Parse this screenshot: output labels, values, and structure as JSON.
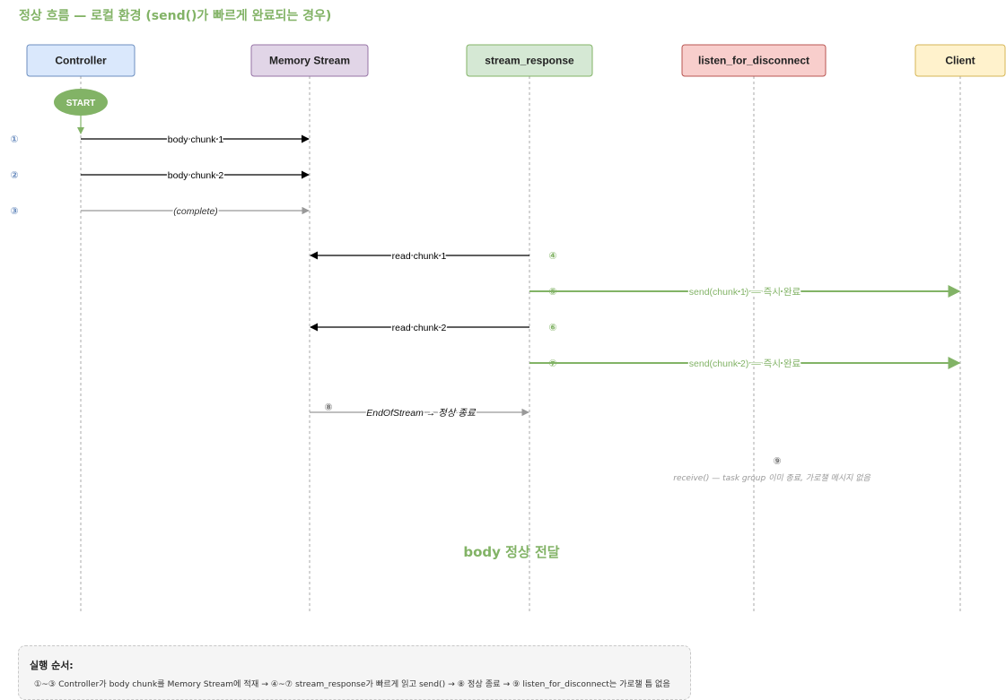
{
  "title": "정상 흐름 — 로컬 환경 (send()가 빠르게 완료되는 경우)",
  "colors": {
    "accent_green": "#82b366",
    "gray": "#999999",
    "step_blue": "#6c8ebf",
    "step_gray": "#777777"
  },
  "participants": [
    {
      "id": "controller",
      "label": "Controller",
      "fill": "#dae8fc",
      "stroke": "#6c8ebf"
    },
    {
      "id": "memory",
      "label": "Memory Stream",
      "fill": "#e1d5e7",
      "stroke": "#9673a6"
    },
    {
      "id": "stream",
      "label": "stream_response",
      "fill": "#d5e8d4",
      "stroke": "#82b366"
    },
    {
      "id": "listen",
      "label": "listen_for_disconnect",
      "fill": "#f8cecc",
      "stroke": "#b85450"
    },
    {
      "id": "client",
      "label": "Client",
      "fill": "#fff2cc",
      "stroke": "#d6b656"
    }
  ],
  "start_label": "START",
  "messages": [
    {
      "step": "①",
      "text": "body chunk 1",
      "from": "controller",
      "to": "memory",
      "style": "solid",
      "color": "#000000"
    },
    {
      "step": "②",
      "text": "body chunk 2",
      "from": "controller",
      "to": "memory",
      "style": "solid",
      "color": "#000000"
    },
    {
      "step": "③",
      "text": "(complete)",
      "from": "controller",
      "to": "memory",
      "style": "gray-italic",
      "color": "#999999"
    },
    {
      "step": "④",
      "text": "read chunk 1",
      "from": "stream",
      "to": "memory",
      "style": "solid",
      "color": "#000000"
    },
    {
      "step": "⑤",
      "text": "send(chunk 1) — 즉시 완료",
      "from": "stream",
      "to": "client",
      "style": "green",
      "color": "#82b366"
    },
    {
      "step": "⑥",
      "text": "read chunk 2",
      "from": "stream",
      "to": "memory",
      "style": "solid",
      "color": "#000000"
    },
    {
      "step": "⑦",
      "text": "send(chunk 2) — 즉시 완료",
      "from": "stream",
      "to": "client",
      "style": "green",
      "color": "#82b366"
    },
    {
      "step": "⑧",
      "text": "EndOfStream → 정상 종료",
      "from": "memory",
      "to": "stream",
      "style": "gray-dark-italic",
      "color": "#999999"
    }
  ],
  "note": {
    "step": "⑨",
    "text": "receive() — task group 이미 종료, 가로챌 메시지 없음"
  },
  "result_label": "body 정상 전달",
  "legend": {
    "title": "실행 순서:",
    "text": "①~③ Controller가 body chunk를 Memory Stream에 적재 → ④~⑦ stream_response가 빠르게 읽고 send() → ⑧ 정상 종료 → ⑨ listen_for_disconnect는 가로챌 틈 없음"
  }
}
